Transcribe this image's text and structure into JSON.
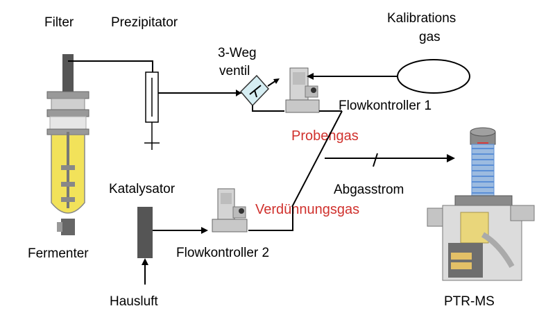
{
  "labels": {
    "filter": "Filter",
    "precipitator": "Prezipitator",
    "calibration_gas_line1": "Kalibrations",
    "calibration_gas_line2": "gas",
    "threeway_valve_line1": "3-Weg",
    "threeway_valve_line2": "ventil",
    "flow_controller_1": "Flowkontroller 1",
    "sample_gas": "Probengas",
    "catalyst": "Katalysator",
    "exhaust_stream": "Abgasstrom",
    "dilution_gas": "Verdünnungsgas",
    "fermenter": "Fermenter",
    "flow_controller_2": "Flowkontroller 2",
    "house_air": "Hausluft",
    "ptr_ms": "PTR-MS"
  },
  "colors": {
    "highlight_text": "#d0312d",
    "fermenter_liquid": "#f2e25a",
    "component_gray": "#555555",
    "ptr_coil_blue": "#5b8fd6"
  }
}
